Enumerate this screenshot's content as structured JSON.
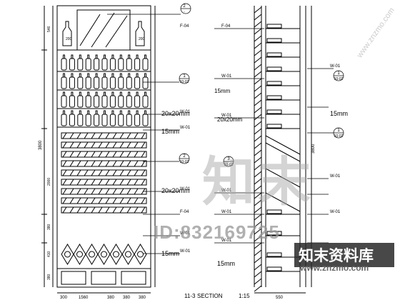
{
  "watermarks": {
    "logo_glyphs": "知末",
    "id_text": "ID:832169725",
    "brand": "知末资料库",
    "url": "www.znzmo.com",
    "corner": "www.znzmo.com"
  },
  "elevation": {
    "heights": [
      "3800",
      "546",
      "2000",
      "380",
      "410",
      "380"
    ],
    "widths": [
      "1560",
      "380",
      "380",
      "380",
      "300"
    ]
  },
  "section": {
    "title": "SECTION",
    "index": "11-3",
    "scale": "1:15",
    "widths": [
      "550"
    ],
    "heights": [
      "3800"
    ]
  },
  "callouts": {
    "sec_2_top": {
      "num": "2",
      "sheet": "-"
    },
    "sec_1_mid": {
      "num": "1",
      "sheet": "10-02"
    },
    "sec_2_mid": {
      "num": "2",
      "sheet": "10-02"
    },
    "sec_3_section": {
      "num": "3",
      "sheet": "10-02"
    },
    "right_1": {
      "num": "1",
      "sheet": "10-02"
    },
    "right_2": {
      "num": "1",
      "sheet": "10-02"
    }
  },
  "tags": [
    "F-04",
    "F-04",
    "W-01",
    "W-01",
    "W-01",
    "W-01",
    "W-01",
    "W-01",
    "W-01",
    "F-04",
    "W-01",
    "W-01",
    "W-01",
    "W-01",
    "W-01",
    "W-01"
  ],
  "notes": {
    "n1": "20x20mm",
    "n2": "15mm",
    "n3": "20x20mm",
    "n4": "15mm",
    "n5": "15mm",
    "n6": "20x20mm",
    "n7": "15mm",
    "n8": "15mm"
  },
  "labels": {
    "bottle_tag_a": "200",
    "bottle_tag_b": "200"
  }
}
